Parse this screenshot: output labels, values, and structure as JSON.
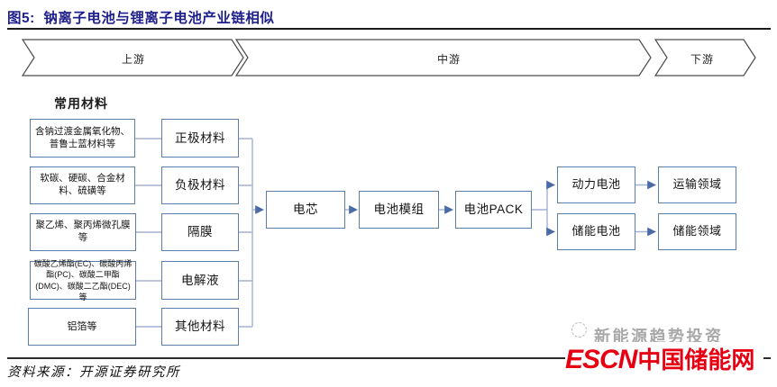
{
  "figure": {
    "title": "图5:  钠离子电池与锂离子电池产业链相似",
    "source": "资料来源：开源证券研究所"
  },
  "stages": [
    {
      "label": "上游"
    },
    {
      "label": "中游"
    },
    {
      "label": "下游"
    }
  ],
  "materials_header": "常用材料",
  "material_rows": [
    {
      "input": "含钠过渡金属氧化物、普鲁士蓝材料等",
      "category": "正极材料"
    },
    {
      "input": "软碳、硬碳、合金材料、硫磺等",
      "category": "负极材料"
    },
    {
      "input": "聚乙烯、聚丙烯微孔膜等",
      "category": "隔膜"
    },
    {
      "input": "碳酸乙烯酯(EC)、碳酸丙烯酯(PC)、碳酸二甲酯(DMC)、碳酸二乙酯(DEC)等",
      "category": "电解液"
    },
    {
      "input": "铝箔等",
      "category": "其他材料"
    }
  ],
  "chain": [
    "电芯",
    "电池模组",
    "电池PACK"
  ],
  "applications": [
    {
      "battery": "动力电池",
      "field": "运输领域"
    },
    {
      "battery": "储能电池",
      "field": "储能领域"
    }
  ],
  "branding": {
    "watermark": "新能源趋势投资",
    "logo_en": "ESCN",
    "logo_cn": "中国储能网"
  },
  "colors": {
    "title_navy": "#1F1F8C",
    "box_border_blue": "#5B7DA8",
    "connector_blue": "#A3B2D2",
    "arrow_blue": "#4A6BA5",
    "chevron_outline": "#4a4a4a",
    "logo_red": "#E60012",
    "watermark_gray": "#A8A8A8"
  }
}
